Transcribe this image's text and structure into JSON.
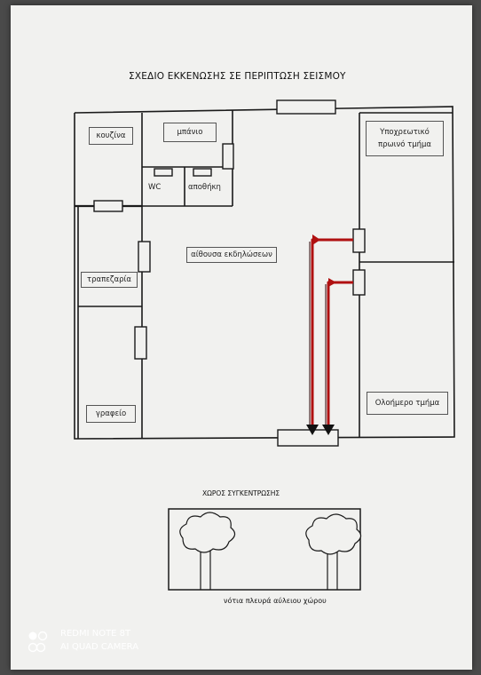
{
  "title": "ΣΧΕΔΙΟ ΕΚΚΕΝΩΣΗΣ ΣΕ ΠΕΡΙΠΤΩΣΗ ΣΕΙΣΜΟΥ",
  "rooms": {
    "kitchen": "κουζίνα",
    "bathroom": "μπάνιο",
    "wc": "WC",
    "storage": "αποθήκη",
    "dining": "τραπεζαρία",
    "office": "γραφείο",
    "hall": "αίθουσα εκδηλώσεων",
    "morning_line1": "Υποχρεωτικό",
    "morning_line2": "πρωινό τμήμα",
    "fullday": "Ολοήμερο τμήμα"
  },
  "assembly_label": "ΧΩΡΟΣ ΣΥΓΚΕΝΤΡΩΣΗΣ",
  "yard_label": "νότια πλευρά αύλειου χώρου",
  "watermark": {
    "line1": "REDMI NOTE 8T",
    "line2": "AI QUAD CAMERA"
  },
  "colors": {
    "arrow": "#b01010",
    "wall": "#1a1a1a"
  }
}
